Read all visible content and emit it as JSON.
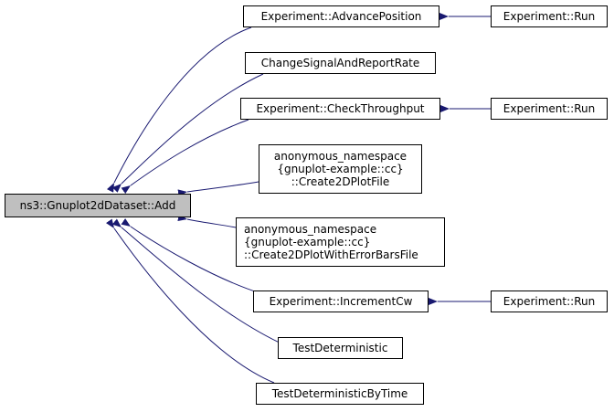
{
  "diagram": {
    "type": "call-graph",
    "edge_color": "#191970",
    "root": {
      "label": "ns3::Gnuplot2dDataset::Add",
      "fill": "#bfbfbf"
    },
    "callers": [
      {
        "id": "advance",
        "lines": [
          "Experiment::AdvancePosition"
        ]
      },
      {
        "id": "change",
        "lines": [
          "ChangeSignalAndReportRate"
        ]
      },
      {
        "id": "check",
        "lines": [
          "Experiment::CheckThroughput"
        ]
      },
      {
        "id": "create2d",
        "lines": [
          "anonymous_namespace",
          "{gnuplot-example::cc}",
          "::Create2DPlotFile"
        ]
      },
      {
        "id": "create2derr",
        "lines": [
          "anonymous_namespace",
          "{gnuplot-example::cc}",
          "::Create2DPlotWithErrorBarsFile"
        ]
      },
      {
        "id": "increment",
        "lines": [
          "Experiment::IncrementCw"
        ]
      },
      {
        "id": "testdet",
        "lines": [
          "TestDeterministic"
        ]
      },
      {
        "id": "testdettime",
        "lines": [
          "TestDeterministicByTime"
        ]
      }
    ],
    "second_level": [
      {
        "id": "run1",
        "label": "Experiment::Run",
        "calls": "advance"
      },
      {
        "id": "run2",
        "label": "Experiment::Run",
        "calls": "check"
      },
      {
        "id": "run3",
        "label": "Experiment::Run",
        "calls": "increment"
      }
    ]
  }
}
